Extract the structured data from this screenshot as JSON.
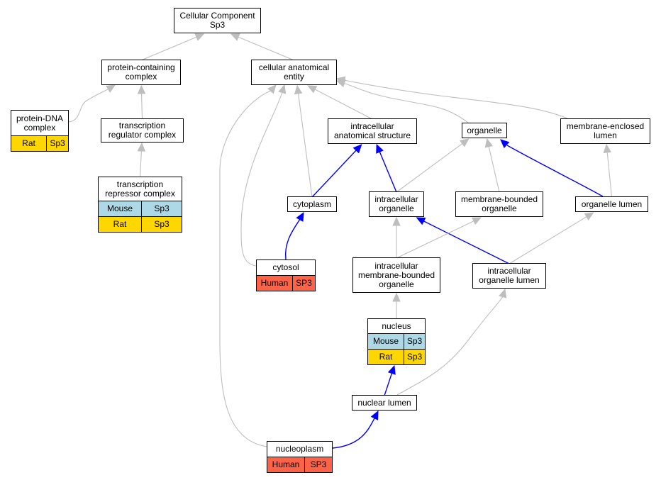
{
  "colors": {
    "Human": "#ff6347",
    "Mouse": "#add8e6",
    "Rat": "#ffd700",
    "edge_gray": "#bebebe",
    "edge_blue": "#0000ff"
  },
  "nodes": {
    "root": {
      "label": "Cellular Component\nSp3",
      "rows": []
    },
    "pcc": {
      "label": "protein-containing\ncomplex",
      "rows": []
    },
    "cae": {
      "label": "cellular anatomical\nentity",
      "rows": []
    },
    "pdna": {
      "label": "protein-DNA\ncomplex",
      "rows": [
        {
          "species": "Rat",
          "gene": "Sp3"
        }
      ]
    },
    "trc": {
      "label": "transcription\nregulator complex",
      "rows": []
    },
    "trpc": {
      "label": "transcription\nrepressor complex",
      "rows": [
        {
          "species": "Mouse",
          "gene": "Sp3"
        },
        {
          "species": "Rat",
          "gene": "Sp3"
        }
      ]
    },
    "ias": {
      "label": "intracellular\nanatomical structure",
      "rows": []
    },
    "org": {
      "label": "organelle",
      "rows": []
    },
    "mel": {
      "label": "membrane-enclosed\nlumen",
      "rows": []
    },
    "cyto": {
      "label": "cytoplasm",
      "rows": []
    },
    "io": {
      "label": "intracellular\norganelle",
      "rows": []
    },
    "mbo": {
      "label": "membrane-bounded\norganelle",
      "rows": []
    },
    "ol": {
      "label": "organelle lumen",
      "rows": []
    },
    "cytosol": {
      "label": "cytosol",
      "rows": [
        {
          "species": "Human",
          "gene": "SP3"
        }
      ]
    },
    "imbo": {
      "label": "intracellular\nmembrane-bounded\norganelle",
      "rows": []
    },
    "iol": {
      "label": "intracellular\norganelle lumen",
      "rows": []
    },
    "nuc": {
      "label": "nucleus",
      "rows": [
        {
          "species": "Mouse",
          "gene": "Sp3"
        },
        {
          "species": "Rat",
          "gene": "Sp3"
        }
      ]
    },
    "nl": {
      "label": "nuclear lumen",
      "rows": []
    },
    "np": {
      "label": "nucleoplasm",
      "rows": [
        {
          "species": "Human",
          "gene": "SP3"
        }
      ]
    }
  },
  "edges": [
    {
      "from": "pcc",
      "to": "root",
      "color": "gray"
    },
    {
      "from": "cae",
      "to": "root",
      "color": "gray"
    },
    {
      "from": "pdna",
      "to": "pcc",
      "color": "gray"
    },
    {
      "from": "trc",
      "to": "pcc",
      "color": "gray"
    },
    {
      "from": "trpc",
      "to": "trc",
      "color": "gray"
    },
    {
      "from": "ias",
      "to": "cae",
      "color": "gray"
    },
    {
      "from": "org",
      "to": "cae",
      "color": "gray"
    },
    {
      "from": "mel",
      "to": "cae",
      "color": "gray"
    },
    {
      "from": "cyto",
      "to": "cae",
      "color": "gray"
    },
    {
      "from": "cytosol",
      "to": "cae",
      "color": "gray"
    },
    {
      "from": "np",
      "to": "cae",
      "color": "gray"
    },
    {
      "from": "cyto",
      "to": "ias",
      "color": "blue"
    },
    {
      "from": "io",
      "to": "ias",
      "color": "blue"
    },
    {
      "from": "io",
      "to": "org",
      "color": "gray"
    },
    {
      "from": "mbo",
      "to": "org",
      "color": "gray"
    },
    {
      "from": "ol",
      "to": "org",
      "color": "blue"
    },
    {
      "from": "ol",
      "to": "mel",
      "color": "gray"
    },
    {
      "from": "cytosol",
      "to": "cyto",
      "color": "blue"
    },
    {
      "from": "imbo",
      "to": "io",
      "color": "gray"
    },
    {
      "from": "iol",
      "to": "io",
      "color": "blue"
    },
    {
      "from": "imbo",
      "to": "mbo",
      "color": "gray"
    },
    {
      "from": "iol",
      "to": "ol",
      "color": "gray"
    },
    {
      "from": "nuc",
      "to": "imbo",
      "color": "gray"
    },
    {
      "from": "nl",
      "to": "nuc",
      "color": "blue"
    },
    {
      "from": "nl",
      "to": "iol",
      "color": "gray"
    },
    {
      "from": "np",
      "to": "nl",
      "color": "blue"
    }
  ]
}
